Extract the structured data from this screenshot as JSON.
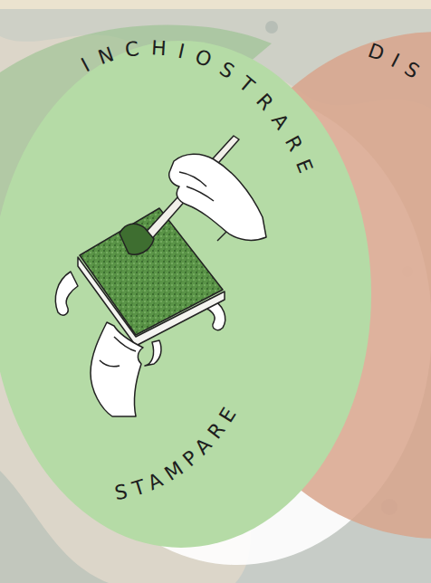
{
  "diagram": {
    "nodes": [
      {
        "text": [
          "INCHIOSTRARE",
          "STAMPARE"
        ]
      },
      {
        "text": [
          "DIS"
        ]
      }
    ]
  }
}
